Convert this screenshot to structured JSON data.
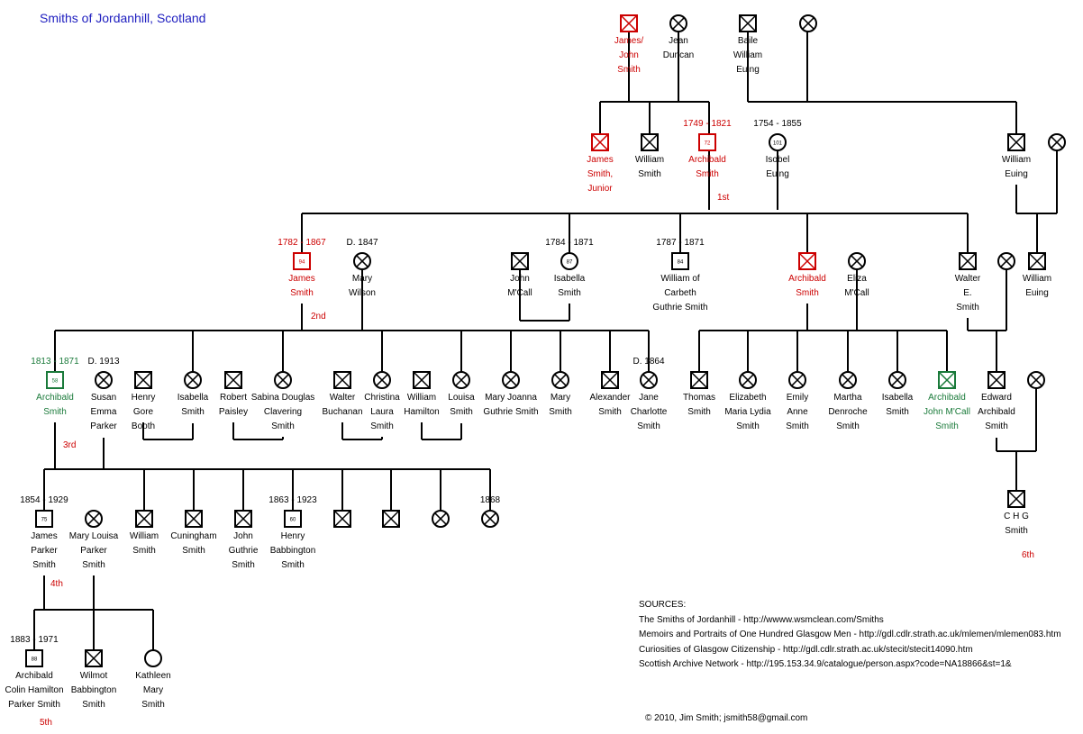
{
  "title": "Smiths of Jordanhill, Scotland",
  "colors": {
    "red": "#cc0000",
    "green": "#1a7a3a",
    "black": "#000000",
    "title": "#2020c0"
  },
  "people": {
    "james_john": {
      "sex": "male",
      "color": "red",
      "name": "James/\nJohn\nSmith"
    },
    "jean_duncan": {
      "sex": "female",
      "color": "black",
      "name": "Jean\nDuncan"
    },
    "baile_euing": {
      "sex": "male",
      "color": "black",
      "name": "Baile\nWilliam\nEuing"
    },
    "euing_wife": {
      "sex": "female",
      "color": "black",
      "name": ""
    },
    "james_junior": {
      "sex": "male",
      "color": "red",
      "name": "James\nSmith,\nJunior"
    },
    "william_smith_g1": {
      "sex": "male",
      "color": "black",
      "name": "William\nSmith"
    },
    "archibald_1749": {
      "sex": "male",
      "color": "red",
      "name": "Archibald\nSmith",
      "badge": "72",
      "dates": "1749 - 1821"
    },
    "isobel_euing": {
      "sex": "female",
      "color": "black",
      "name": "Isobel\nEuing",
      "badge": "101",
      "dates": "1754 - 1855"
    },
    "william_euing_g1": {
      "sex": "male",
      "color": "black",
      "name": "William\nEuing"
    },
    "william_euing_wife": {
      "sex": "female",
      "color": "black",
      "name": ""
    },
    "james_1782": {
      "sex": "male",
      "color": "red",
      "name": "James\nSmith",
      "badge": "94",
      "dates": "1782 - 1867"
    },
    "mary_wilson": {
      "sex": "female",
      "color": "black",
      "name": "Mary\nWilson",
      "dates": "D. 1847"
    },
    "john_mcall": {
      "sex": "male",
      "color": "black",
      "name": "John\nM'Call"
    },
    "isabella_1784": {
      "sex": "female",
      "color": "black",
      "name": "Isabella\nSmith",
      "badge": "87",
      "dates": "1784 - 1871"
    },
    "william_carbeth": {
      "sex": "male",
      "color": "black",
      "name": "William of\nCarbeth\nGuthrie Smith",
      "badge": "84",
      "dates": "1787 - 1871"
    },
    "archibald_g2": {
      "sex": "male",
      "color": "red",
      "name": "Archibald\nSmith"
    },
    "eliza_mcall": {
      "sex": "female",
      "color": "black",
      "name": "Eliza\nM'Call"
    },
    "walter_e_smith": {
      "sex": "male",
      "color": "black",
      "name": "Walter\nE.\nSmith"
    },
    "walter_wife": {
      "sex": "female",
      "color": "black",
      "name": ""
    },
    "william_euing_g2": {
      "sex": "male",
      "color": "black",
      "name": "William\nEuing"
    },
    "archibald_1813": {
      "sex": "male",
      "color": "green",
      "name": "Archibald\nSmith",
      "badge": "58",
      "dates": "1813 - 1871"
    },
    "susan_parker": {
      "sex": "female",
      "color": "black",
      "name": "Susan\nEmma\nParker",
      "dates": "D. 1913"
    },
    "henry_booth": {
      "sex": "male",
      "color": "black",
      "name": "Henry\nGore\nBooth"
    },
    "isabella_g3": {
      "sex": "female",
      "color": "black",
      "name": "Isabella\nSmith"
    },
    "robert_paisley": {
      "sex": "male",
      "color": "black",
      "name": "Robert\nPaisley"
    },
    "sabina": {
      "sex": "female",
      "color": "black",
      "name": "Sabina Douglas\nClavering\nSmith"
    },
    "walter_buchanan": {
      "sex": "male",
      "color": "black",
      "name": "Walter\nBuchanan"
    },
    "christina": {
      "sex": "female",
      "color": "black",
      "name": "Christina\nLaura\nSmith"
    },
    "william_hamilton": {
      "sex": "male",
      "color": "black",
      "name": "William\nHamilton"
    },
    "louisa": {
      "sex": "female",
      "color": "black",
      "name": "Louisa\nSmith"
    },
    "mary_joanna": {
      "sex": "female",
      "color": "black",
      "name": "Mary Joanna\nGuthrie Smith"
    },
    "mary_smith": {
      "sex": "female",
      "color": "black",
      "name": "Mary\nSmith"
    },
    "alexander": {
      "sex": "male",
      "color": "black",
      "name": "Alexander\nSmith"
    },
    "jane_charlotte": {
      "sex": "female",
      "color": "black",
      "name": "Jane\nCharlotte\nSmith",
      "dates": "D. 1864"
    },
    "thomas": {
      "sex": "male",
      "color": "black",
      "name": "Thomas\nSmith"
    },
    "elizabeth": {
      "sex": "female",
      "color": "black",
      "name": "Elizabeth\nMaria Lydia\nSmith"
    },
    "emily": {
      "sex": "female",
      "color": "black",
      "name": "Emily\nAnne\nSmith"
    },
    "martha": {
      "sex": "female",
      "color": "black",
      "name": "Martha\nDenroche\nSmith"
    },
    "isabella_g3b": {
      "sex": "female",
      "color": "black",
      "name": "Isabella\nSmith"
    },
    "archibald_john_mcall": {
      "sex": "male",
      "color": "green",
      "name": "Archibald\nJohn M'Call\nSmith"
    },
    "edward_archibald": {
      "sex": "male",
      "color": "black",
      "name": "Edward\nArchibald\nSmith"
    },
    "edward_wife": {
      "sex": "female",
      "color": "black",
      "name": ""
    },
    "james_parker": {
      "sex": "male",
      "color": "black",
      "name": "James\nParker\nSmith",
      "badge": "75",
      "dates": "1854 - 1929"
    },
    "mary_louisa": {
      "sex": "female",
      "color": "black",
      "name": "Mary Louisa\nParker\nSmith"
    },
    "william_g4": {
      "sex": "male",
      "color": "black",
      "name": "William\nSmith"
    },
    "cuningham": {
      "sex": "male",
      "color": "black",
      "name": "Cuningham\nSmith"
    },
    "john_guthrie": {
      "sex": "male",
      "color": "black",
      "name": "John\nGuthrie\nSmith"
    },
    "henry_babbington": {
      "sex": "male",
      "color": "black",
      "name": "Henry\nBabbington\nSmith",
      "badge": "60",
      "dates": "1863 - 1923"
    },
    "unnamed_m1": {
      "sex": "male",
      "color": "black",
      "name": ""
    },
    "unnamed_m2": {
      "sex": "male",
      "color": "black",
      "name": ""
    },
    "unnamed_f1": {
      "sex": "female",
      "color": "black",
      "name": ""
    },
    "unnamed_f2": {
      "sex": "female",
      "color": "black",
      "name": "",
      "dates": "1868"
    },
    "chg_smith": {
      "sex": "male",
      "color": "black",
      "name": "C H G\nSmith"
    },
    "archibald_colin": {
      "sex": "male",
      "color": "black",
      "name": "Archibald\nColin Hamilton\nParker Smith",
      "badge": "88",
      "dates": "1883 - 1971"
    },
    "wilmot": {
      "sex": "male",
      "color": "black",
      "name": "Wilmot\nBabbington\nSmith"
    },
    "kathleen": {
      "sex": "female",
      "color": "black",
      "name": "Kathleen\nMary\nSmith",
      "style": "plain"
    }
  },
  "generations": {
    "g1": "1st",
    "g2": "2nd",
    "g3": "3rd",
    "g4": "4th",
    "g5": "5th",
    "g6": "6th"
  },
  "sources": {
    "heading": "SOURCES:",
    "items": [
      "The Smiths of Jordanhill - http://wwww.wsmclean.com/Smiths",
      "Memoirs and Portraits of One Hundred Glasgow Men - http://gdl.cdlr.strath.ac.uk/mlemen/mlemen083.htm",
      "Curiosities of Glasgow Citizenship - http://gdl.cdlr.strath.ac.uk/stecit/stecit14090.htm",
      "Scottish Archive Network - http://195.153.34.9/catalogue/person.aspx?code=NA18866&st=1&"
    ]
  },
  "copyright": "© 2010, Jim Smith; jsmith58@gmail.com"
}
